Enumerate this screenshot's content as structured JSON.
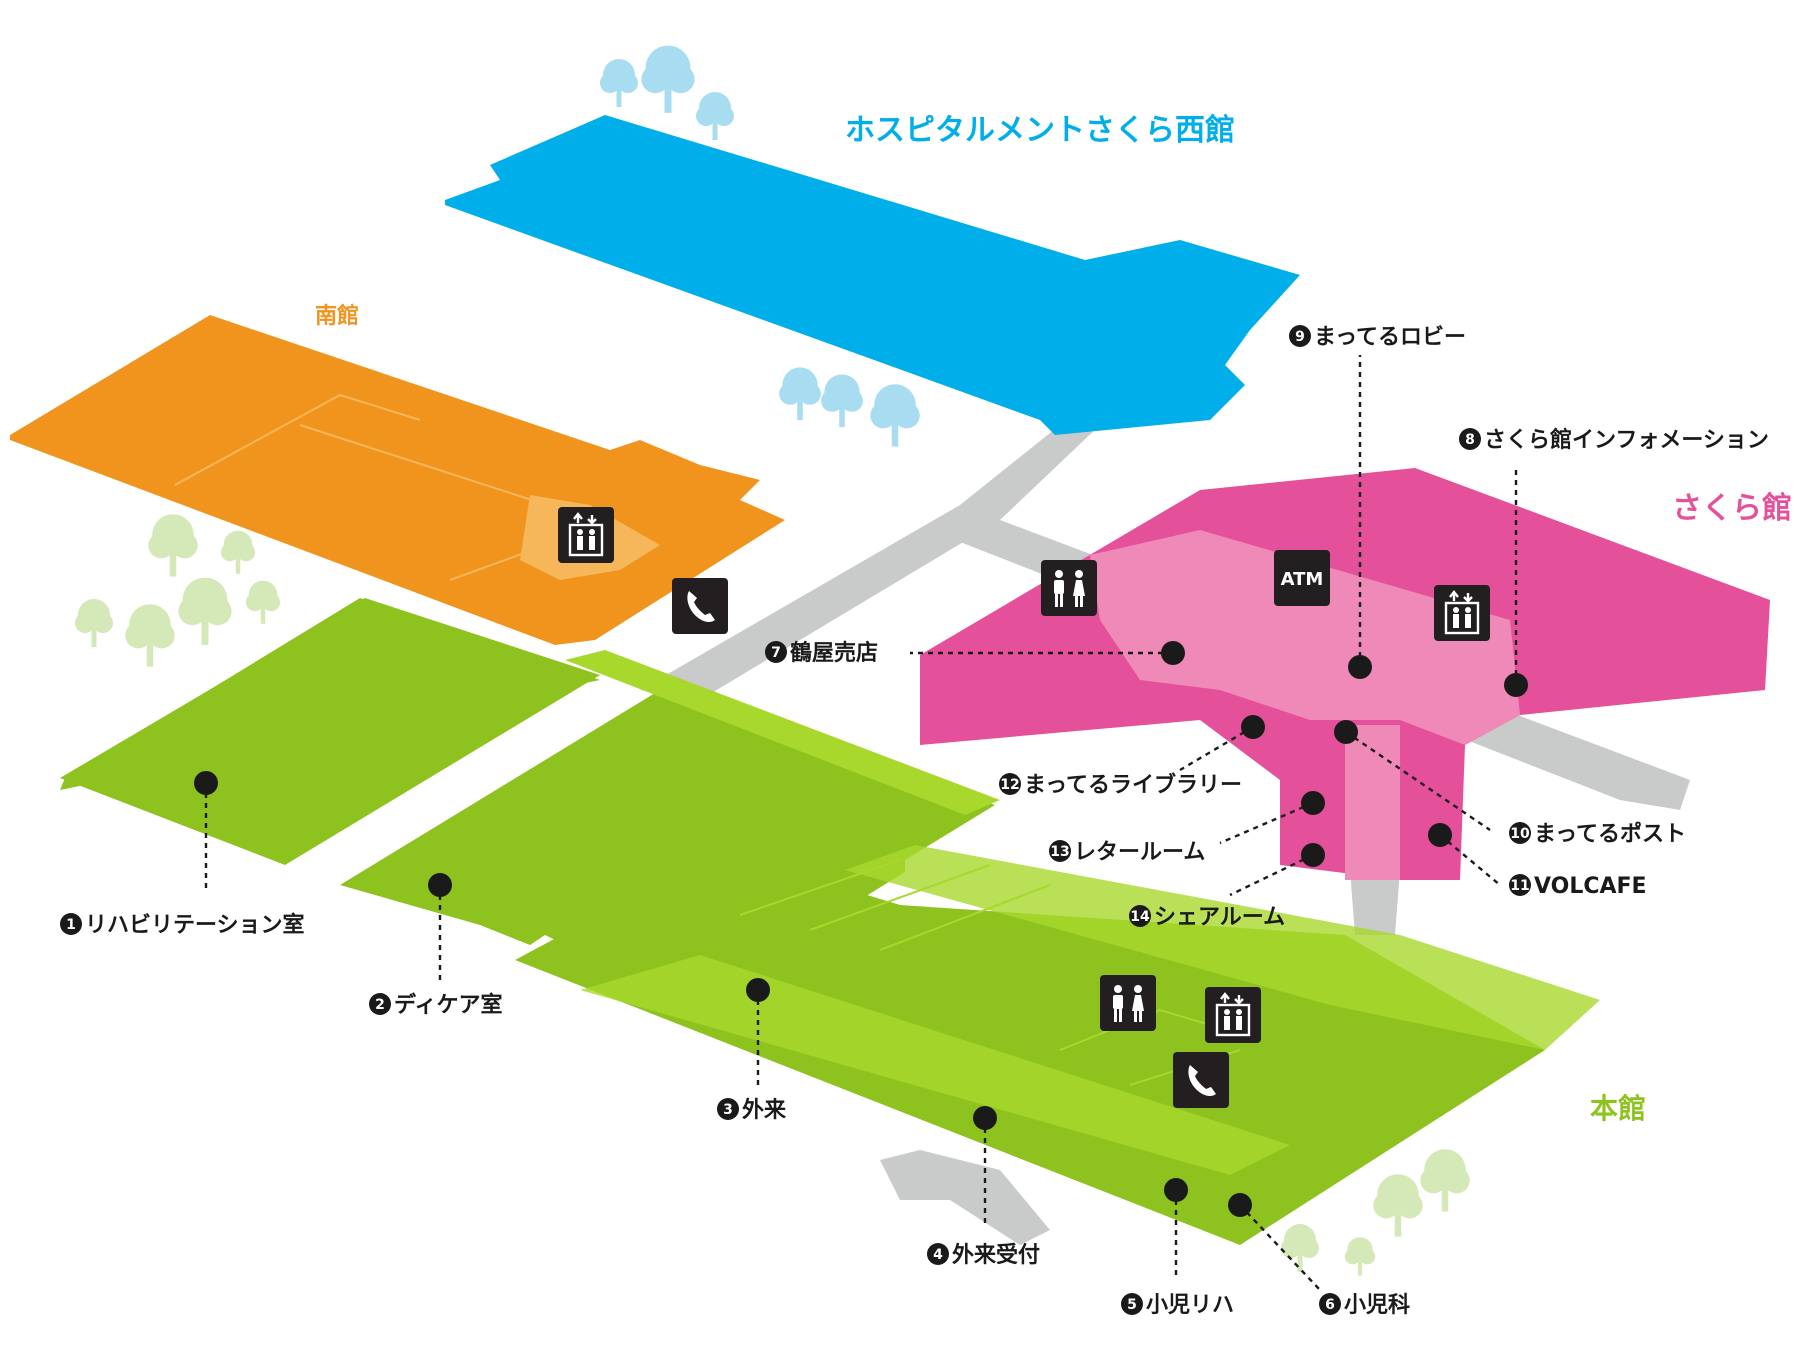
{
  "buildings": {
    "west": {
      "name": "ホスピタルメントさくら西館",
      "color": "#00aeea"
    },
    "south": {
      "name": "南館",
      "color": "#f0941d"
    },
    "sakura": {
      "name": "さくら館",
      "color": "#e4509a"
    },
    "main": {
      "name": "本館",
      "color": "#8dc21f"
    }
  },
  "colors": {
    "corridor": "#c9caca",
    "main_light": "#a8d82c",
    "sakura_light": "#ef8ab8",
    "south_light": "#f6b75a",
    "tree_blue": "#a8dcf1",
    "tree_green": "#d5e8b7",
    "icon_bg": "#231f20"
  },
  "facilities": [
    {
      "num": "1",
      "label": "リハビリテーション室"
    },
    {
      "num": "2",
      "label": "ディケア室"
    },
    {
      "num": "3",
      "label": "外来"
    },
    {
      "num": "4",
      "label": "外来受付"
    },
    {
      "num": "5",
      "label": "小児リハ"
    },
    {
      "num": "6",
      "label": "小児科"
    },
    {
      "num": "7",
      "label": "鶴屋売店"
    },
    {
      "num": "8",
      "label": "さくら館インフォメーション"
    },
    {
      "num": "9",
      "label": "まってるロビー"
    },
    {
      "num": "10",
      "label": "まってるポスト"
    },
    {
      "num": "11",
      "label": "VOLCAFE"
    },
    {
      "num": "12",
      "label": "まってるライブラリー"
    },
    {
      "num": "13",
      "label": "レタールーム"
    },
    {
      "num": "14",
      "label": "シェアルーム"
    }
  ],
  "icons": {
    "atm_text": "ATM",
    "list": [
      "elevator-icon",
      "restroom-icon",
      "telephone-icon",
      "atm-icon",
      "tree-icon"
    ]
  }
}
